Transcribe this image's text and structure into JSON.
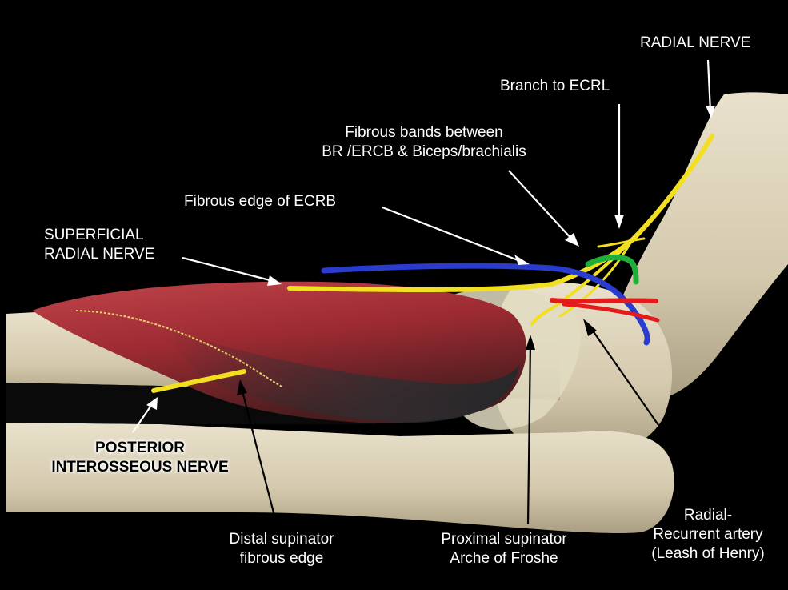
{
  "labels": {
    "radial_nerve": "RADIAL NERVE",
    "branch_ecrl": "Branch to ECRL",
    "fibrous_bands_l1": "Fibrous bands between",
    "fibrous_bands_l2": "BR /ERCB & Biceps/brachialis",
    "fibrous_edge_ecrb": "Fibrous edge of ECRB",
    "superficial_l1": "SUPERFICIAL",
    "superficial_l2": "RADIAL NERVE",
    "posterior_l1": "POSTERIOR",
    "posterior_l2": "INTEROSSEOUS NERVE",
    "distal_l1": "Distal supinator",
    "distal_l2": "fibrous edge",
    "proximal_l1": "Proximal supinator",
    "proximal_l2": "Arche of Froshe",
    "radial_rec_l1": "Radial-",
    "radial_rec_l2": "Recurrent artery",
    "radial_rec_l3": "(Leash of Henry)"
  },
  "colors": {
    "background": "#000000",
    "bone": "#d8cfb8",
    "muscle": "#a8323a",
    "nerve": "#f2e020",
    "blue_line": "#2a3bd0",
    "red_line": "#e31b1b",
    "green_line": "#1fae3a",
    "label_text": "#ffffff",
    "pointer": "#000000"
  }
}
